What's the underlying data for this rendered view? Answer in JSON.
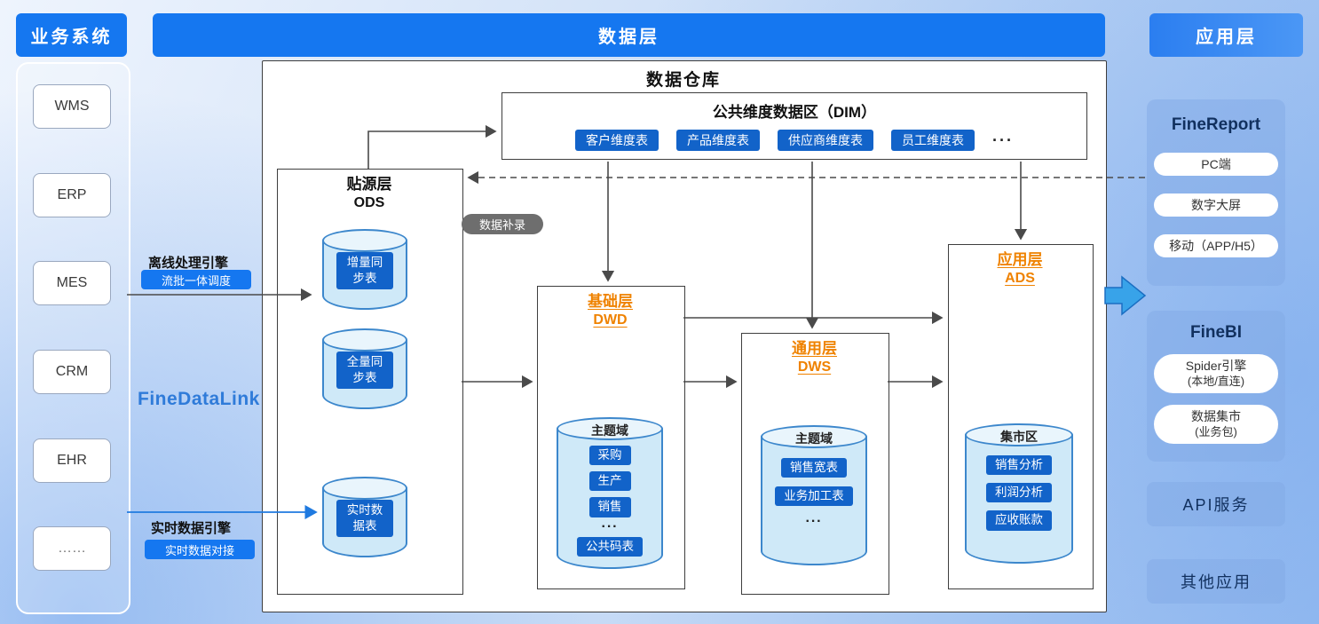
{
  "left_panel": {
    "header": "业务系统",
    "systems": [
      "WMS",
      "ERP",
      "MES",
      "CRM",
      "EHR",
      "……"
    ]
  },
  "data_layer": {
    "header": "数据层",
    "warehouse": {
      "title": "数据仓库",
      "dim": {
        "title": "公共维度数据区（DIM）",
        "tables": [
          "客户维度表",
          "产品维度表",
          "供应商维度表",
          "员工维度表"
        ],
        "more": "···"
      },
      "ods": {
        "title": "贴源层",
        "subtitle": "ODS",
        "cylinders": [
          "增量同步表",
          "全量同步表",
          "实时数据表"
        ]
      },
      "backfill": "数据补录",
      "dwd": {
        "title": "基础层",
        "subtitle": "DWD",
        "cylinder_label": "主题域",
        "items": [
          "采购",
          "生产",
          "销售",
          "···",
          "公共码表"
        ]
      },
      "dws": {
        "title": "通用层",
        "subtitle": "DWS",
        "cylinder_label": "主题域",
        "items": [
          "销售宽表",
          "业务加工表",
          "···"
        ]
      },
      "ads": {
        "title": "应用层",
        "subtitle": "ADS",
        "cylinder_label": "集市区",
        "items": [
          "销售分析",
          "利润分析",
          "应收账款"
        ]
      }
    }
  },
  "connectors": {
    "offline_label": "离线处理引擎",
    "offline_pill": "流批一体调度",
    "logo": "FineDataLink",
    "realtime_label": "实时数据引擎",
    "realtime_pill": "实时数据对接"
  },
  "app_layer": {
    "header": "应用层",
    "finereport": {
      "title": "FineReport",
      "pills": [
        "PC端",
        "数字大屏",
        "移动（APP/H5）"
      ]
    },
    "finebi": {
      "title": "FineBI",
      "pills": [
        {
          "line1": "Spider引擎",
          "line2": "(本地/直连)"
        },
        {
          "line1": "数据集市",
          "line2": "(业务包)"
        }
      ]
    },
    "api": "API服务",
    "other": "其他应用"
  },
  "colors": {
    "header_blue": "#1577f0",
    "button_blue": "#1263c9",
    "cylinder_border": "#3c87cc",
    "accent_orange": "#ef8200",
    "flow_arrow_blue": "#38a3e9"
  }
}
